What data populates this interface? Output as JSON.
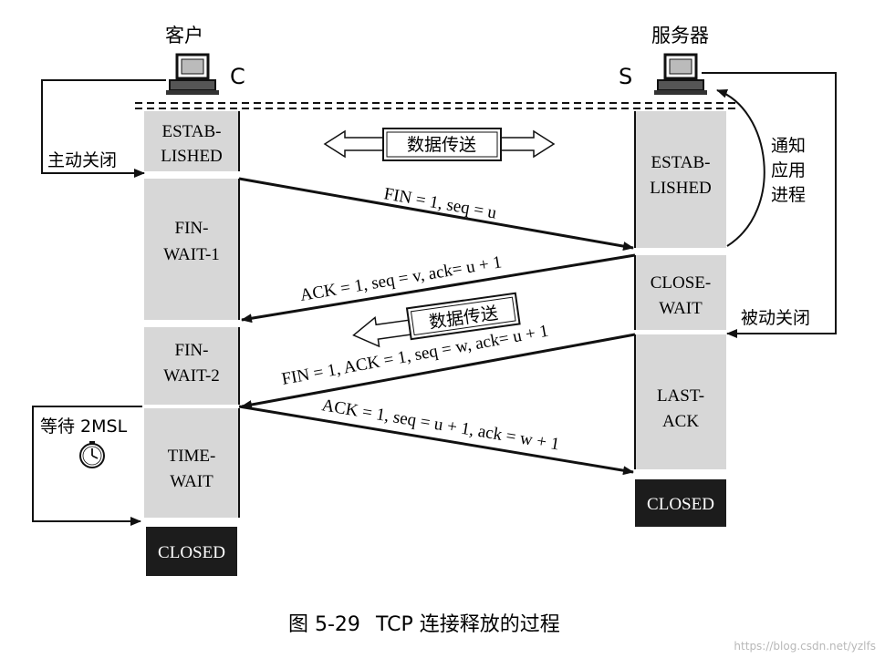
{
  "client": {
    "label": "客户",
    "letter": "C"
  },
  "server": {
    "label": "服务器",
    "letter": "S"
  },
  "data_transfer_label": "数据传送",
  "data_transfer_label_2": "数据传送",
  "client_states": [
    {
      "id": "established",
      "lines": [
        "ESTAB-",
        "LISHED"
      ]
    },
    {
      "id": "fin-wait-1",
      "lines": [
        "FIN-",
        "WAIT-1"
      ]
    },
    {
      "id": "fin-wait-2",
      "lines": [
        "FIN-",
        "WAIT-2"
      ]
    },
    {
      "id": "time-wait",
      "lines": [
        "TIME-",
        "WAIT"
      ]
    },
    {
      "id": "closed",
      "lines": [
        "CLOSED"
      ]
    }
  ],
  "server_states": [
    {
      "id": "established",
      "lines": [
        "ESTAB-",
        "LISHED"
      ]
    },
    {
      "id": "close-wait",
      "lines": [
        "CLOSE-",
        "WAIT"
      ]
    },
    {
      "id": "last-ack",
      "lines": [
        "LAST-",
        "ACK"
      ]
    },
    {
      "id": "closed",
      "lines": [
        "CLOSED"
      ]
    }
  ],
  "messages": [
    {
      "id": "fin1",
      "text": "FIN = 1, seq = u"
    },
    {
      "id": "ack1",
      "text": "ACK = 1, seq = v, ack= u + 1"
    },
    {
      "id": "fin2",
      "text": "FIN = 1, ACK = 1, seq = w, ack= u + 1"
    },
    {
      "id": "ack2",
      "text": "ACK = 1, seq = u + 1, ack = w + 1"
    }
  ],
  "side_labels": {
    "active_close": "主动关闭",
    "notify_app": [
      "通知",
      "应用",
      "进程"
    ],
    "passive_close": "被动关闭",
    "wait_2msl": "等待 2MSL"
  },
  "icons": {
    "client": "computer-icon",
    "server": "computer-icon",
    "timer": "clock-icon"
  },
  "caption": {
    "figure": "图 5-29",
    "text": "TCP 连接释放的过程"
  },
  "watermark": "https://blog.csdn.net/yzlfs",
  "colors": {
    "state_fill": "#d7d7d7",
    "closed_fill": "#1c1c1c",
    "line": "#111111"
  }
}
